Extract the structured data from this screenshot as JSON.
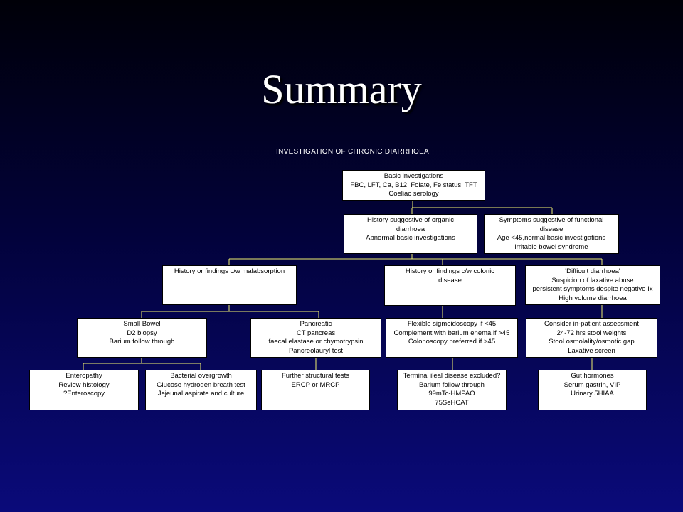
{
  "slide": {
    "title": "Summary"
  },
  "diagram": {
    "heading": "INVESTIGATION OF CHRONIC DIARRHOEA",
    "basic": [
      "Basic investigations",
      "FBC, LFT, Ca, B12, Folate, Fe status, TFT",
      "Coeliac serology"
    ],
    "organic": [
      "History suggestive of organic",
      "diarrhoea",
      "Abnormal basic investigations"
    ],
    "functional": [
      "Symptoms suggestive of functional",
      "disease",
      "Age <45,normal basic investigations",
      "irritable bowel syndrome"
    ],
    "malabsorption": [
      "History or findings c/w malabsorption"
    ],
    "colonic": [
      "History or findings c/w colonic",
      "disease"
    ],
    "difficult": [
      "'Difficult diarrhoea'",
      "Suspicion of laxative abuse",
      "persistent symptoms despite negative Ix",
      "High volume diarrhoea"
    ],
    "small_bowel": [
      "Small Bowel",
      "D2 biopsy",
      "Barium follow through"
    ],
    "pancreatic": [
      "Pancreatic",
      "CT pancreas",
      "faecal elastase or chymotrypsin",
      "Pancreolauryl test"
    ],
    "sigmoidoscopy": [
      "Flexible sigmoidoscopy if <45",
      "Complement with barium enema if >45",
      "Colonoscopy preferred if >45"
    ],
    "inpatient": [
      "Consider in-patient assessment",
      "24-72 hrs stool weights",
      "Stool osmolality/osmotic gap",
      "Laxative screen"
    ],
    "enteropathy": [
      "Enteropathy",
      "Review histology",
      "?Enteroscopy"
    ],
    "bacterial": [
      "Bacterial overgrowth",
      "Glucose hydrogen breath test",
      "Jejeunal aspirate and culture"
    ],
    "structural": [
      "Further structural tests",
      "ERCP or MRCP"
    ],
    "ileal": [
      "Terminal ileal disease excluded?",
      "Barium follow through",
      "99mTc-HMPAO",
      "75SeHCAT"
    ],
    "hormones": [
      "Gut hormones",
      "Serum gastrin, VIP",
      "Urinary 5HIAA"
    ]
  }
}
